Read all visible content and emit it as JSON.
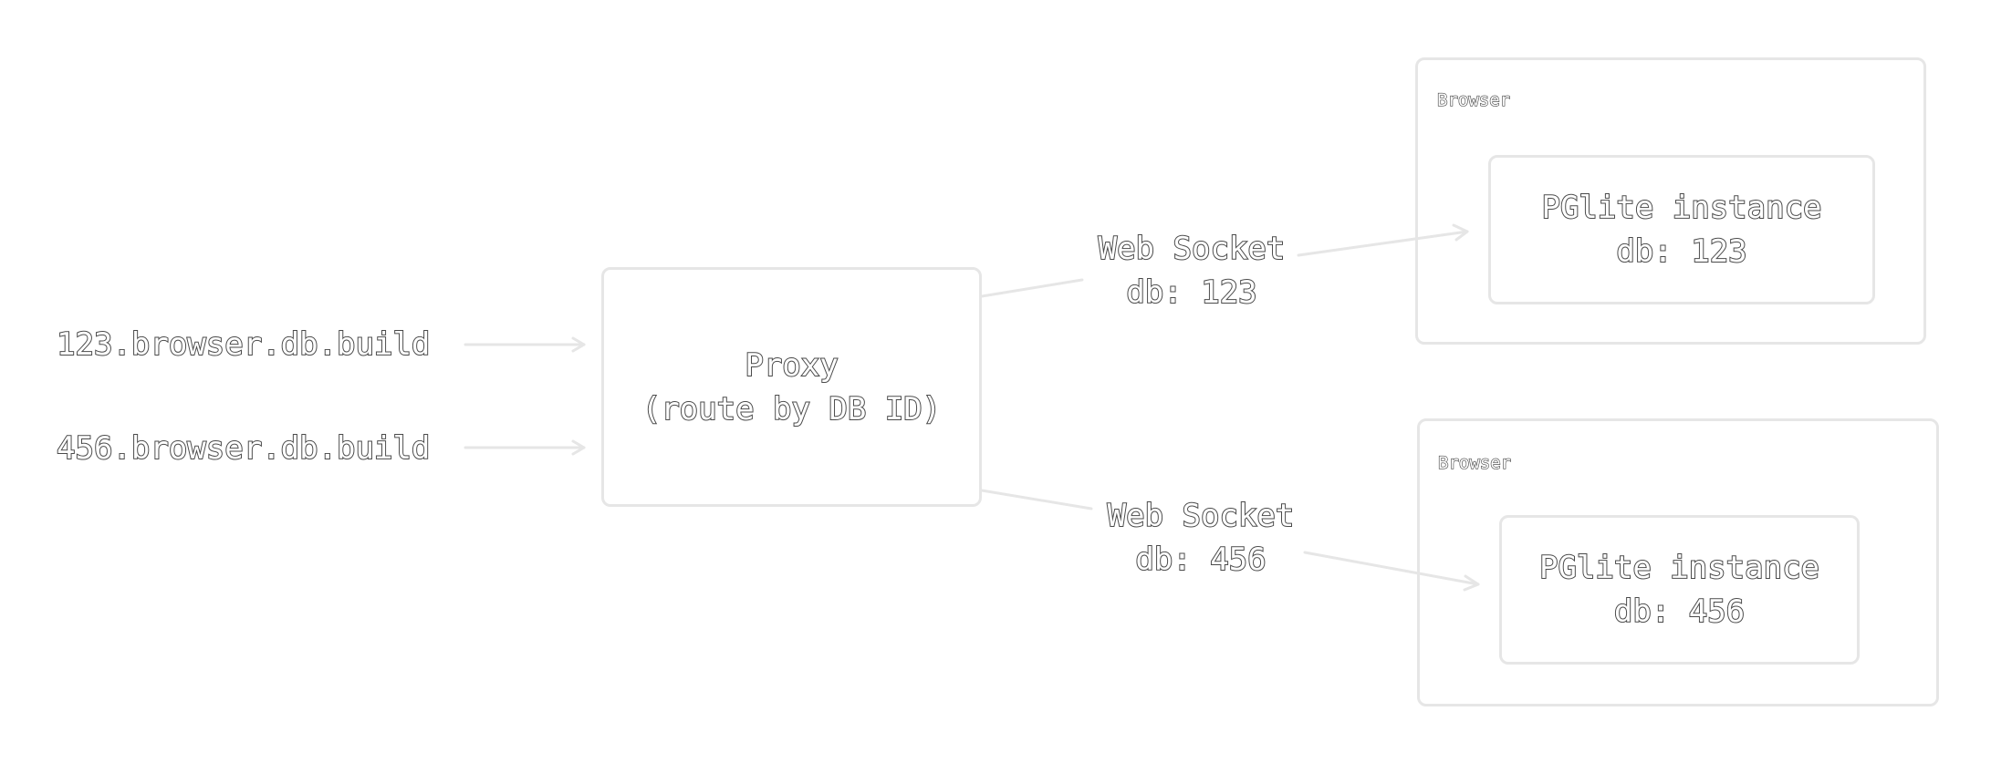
{
  "inputs": [
    "123.browser.db.build",
    "456.browser.db.build"
  ],
  "proxy": {
    "line1": "Proxy",
    "line2": "(route by DB ID)"
  },
  "connections": [
    {
      "line1": "Web Socket",
      "line2": "db: 123"
    },
    {
      "line1": "Web Socket",
      "line2": "db: 456"
    }
  ],
  "browsers": [
    {
      "label": "Browser",
      "instance_line1": "PGlite instance",
      "instance_line2": "db: 123"
    },
    {
      "label": "Browser",
      "instance_line1": "PGlite instance",
      "instance_line2": "db: 456"
    }
  ],
  "colors": {
    "border": "#e6e6e6",
    "text_stroke": "#4a4a4a",
    "text_fill": "#ffffff",
    "arrow": "#e6e6e6"
  }
}
